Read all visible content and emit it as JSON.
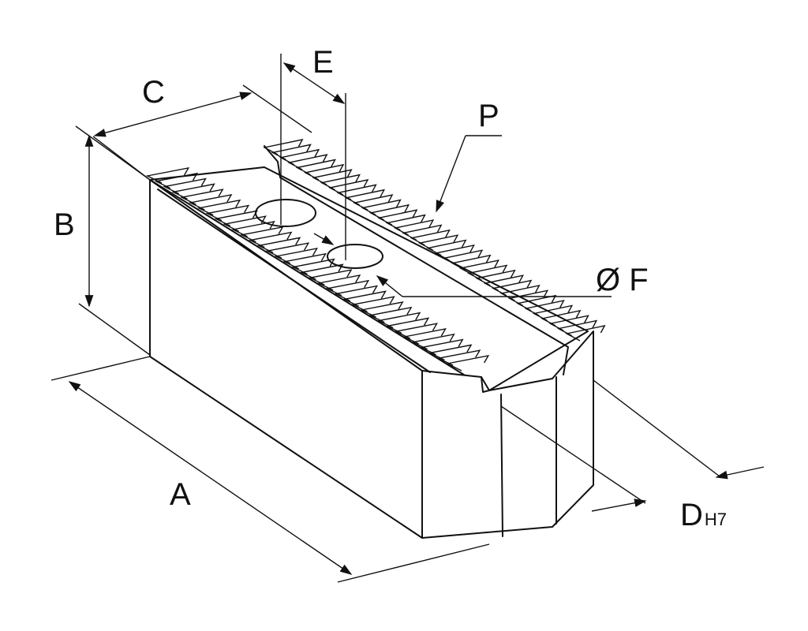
{
  "colors": {
    "ink": "#111111",
    "paper": "#ffffff"
  },
  "labels": {
    "a": "A",
    "b": "B",
    "c": "C",
    "e": "E",
    "p": "P",
    "f": "Ø F",
    "d_main": "D",
    "d_sub": "H7"
  }
}
